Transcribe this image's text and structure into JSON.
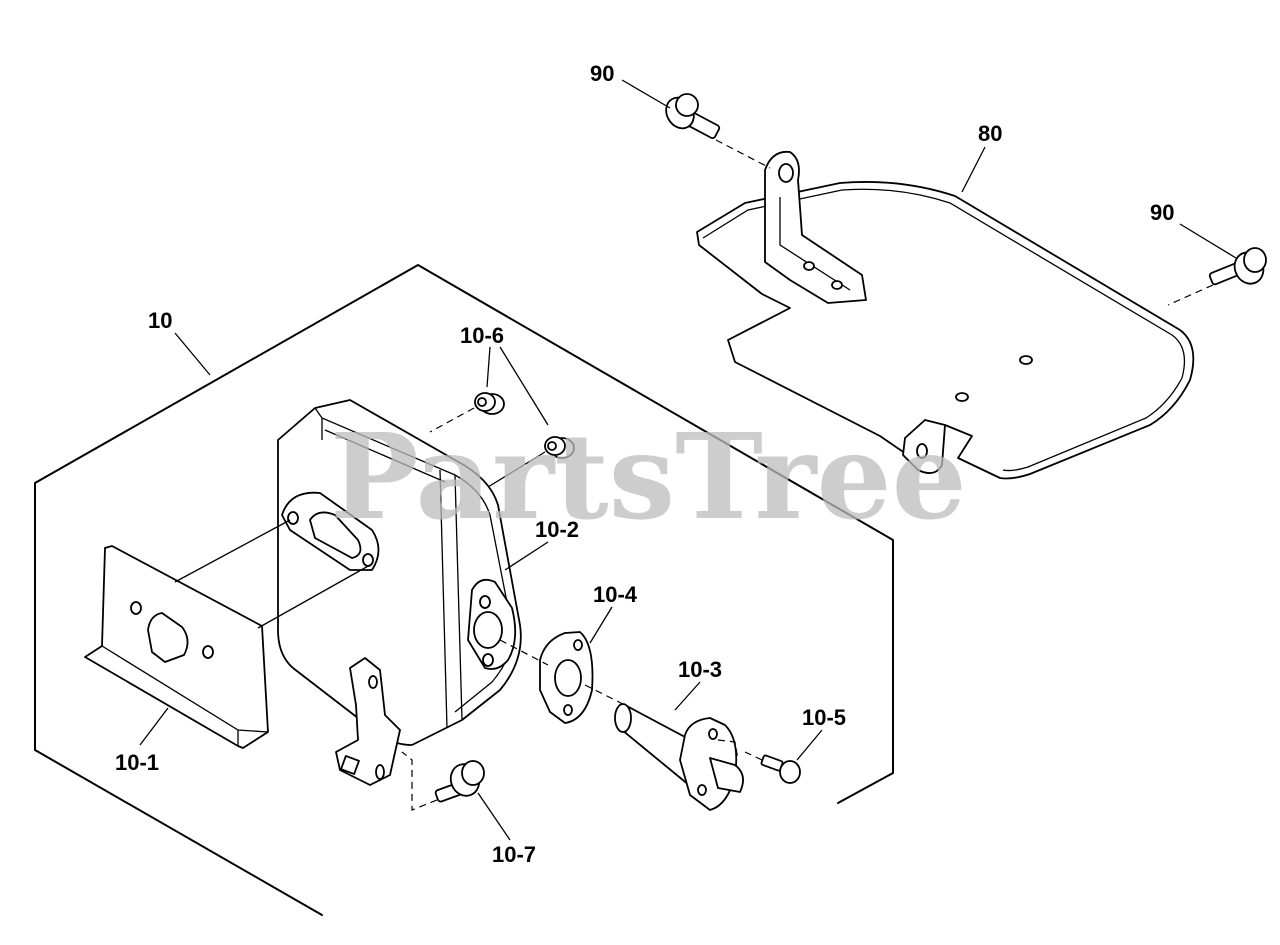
{
  "watermark": {
    "text": "PartsTree"
  },
  "callouts": {
    "c10": "10",
    "c10_1": "10-1",
    "c10_2": "10-2",
    "c10_3": "10-3",
    "c10_4": "10-4",
    "c10_5": "10-5",
    "c10_6": "10-6",
    "c10_7": "10-7",
    "c80": "80",
    "c90a": "90",
    "c90b": "90"
  }
}
